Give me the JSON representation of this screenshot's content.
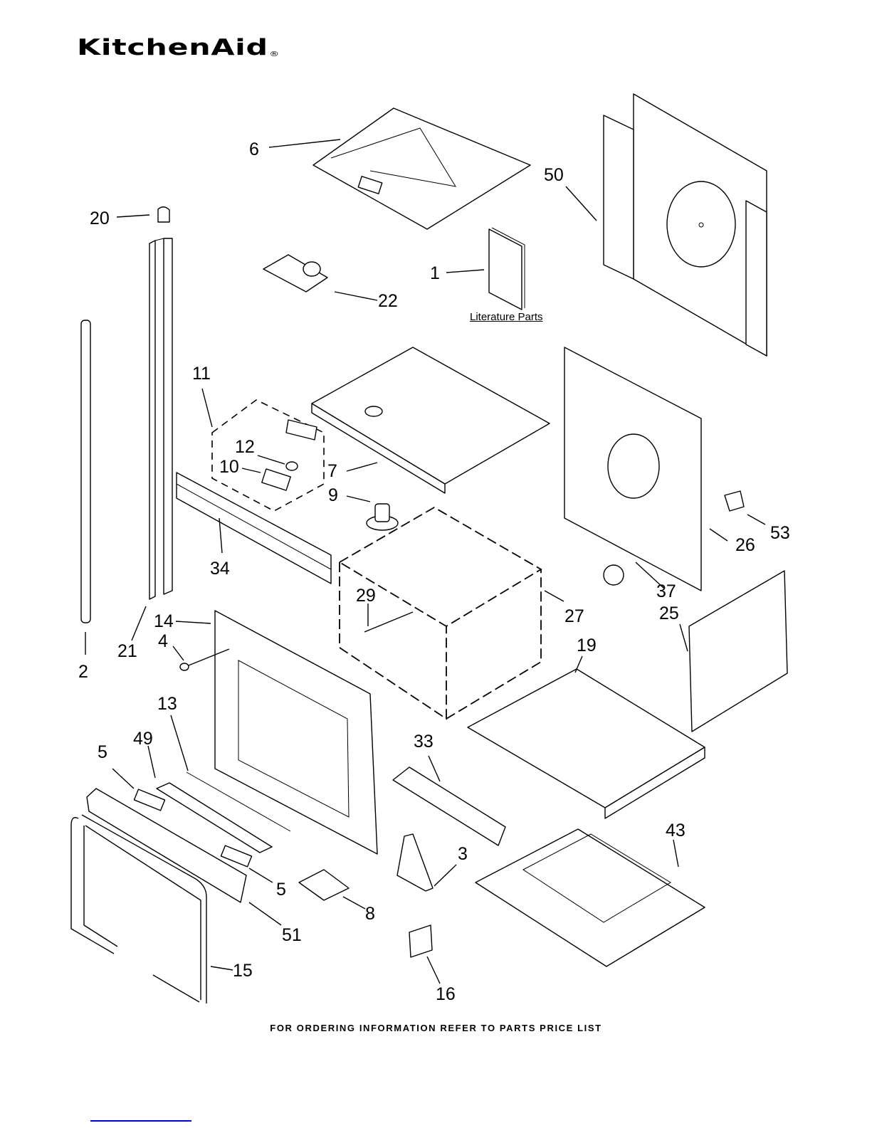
{
  "brand": {
    "name": "KitchenAid",
    "registered_mark": "®"
  },
  "diagram": {
    "title": "Oven exploded parts view",
    "literature_label": "Literature Parts",
    "callouts": [
      {
        "id": "c1",
        "label": "1"
      },
      {
        "id": "c2",
        "label": "2"
      },
      {
        "id": "c3",
        "label": "3"
      },
      {
        "id": "c4",
        "label": "4"
      },
      {
        "id": "c5a",
        "label": "5"
      },
      {
        "id": "c5b",
        "label": "5"
      },
      {
        "id": "c6",
        "label": "6"
      },
      {
        "id": "c7",
        "label": "7"
      },
      {
        "id": "c8",
        "label": "8"
      },
      {
        "id": "c9",
        "label": "9"
      },
      {
        "id": "c10",
        "label": "10"
      },
      {
        "id": "c11",
        "label": "11"
      },
      {
        "id": "c12",
        "label": "12"
      },
      {
        "id": "c13",
        "label": "13"
      },
      {
        "id": "c14",
        "label": "14"
      },
      {
        "id": "c15",
        "label": "15"
      },
      {
        "id": "c16",
        "label": "16"
      },
      {
        "id": "c19",
        "label": "19"
      },
      {
        "id": "c20",
        "label": "20"
      },
      {
        "id": "c21",
        "label": "21"
      },
      {
        "id": "c22",
        "label": "22"
      },
      {
        "id": "c25",
        "label": "25"
      },
      {
        "id": "c26",
        "label": "26"
      },
      {
        "id": "c27",
        "label": "27"
      },
      {
        "id": "c29",
        "label": "29"
      },
      {
        "id": "c33",
        "label": "33"
      },
      {
        "id": "c34",
        "label": "34"
      },
      {
        "id": "c37",
        "label": "37"
      },
      {
        "id": "c43",
        "label": "43"
      },
      {
        "id": "c49",
        "label": "49"
      },
      {
        "id": "c50",
        "label": "50"
      },
      {
        "id": "c51",
        "label": "51"
      },
      {
        "id": "c53",
        "label": "53"
      }
    ]
  },
  "footer": {
    "text": "FOR ORDERING INFORMATION REFER TO PARTS PRICE LIST"
  },
  "link_color": "#0000cc"
}
